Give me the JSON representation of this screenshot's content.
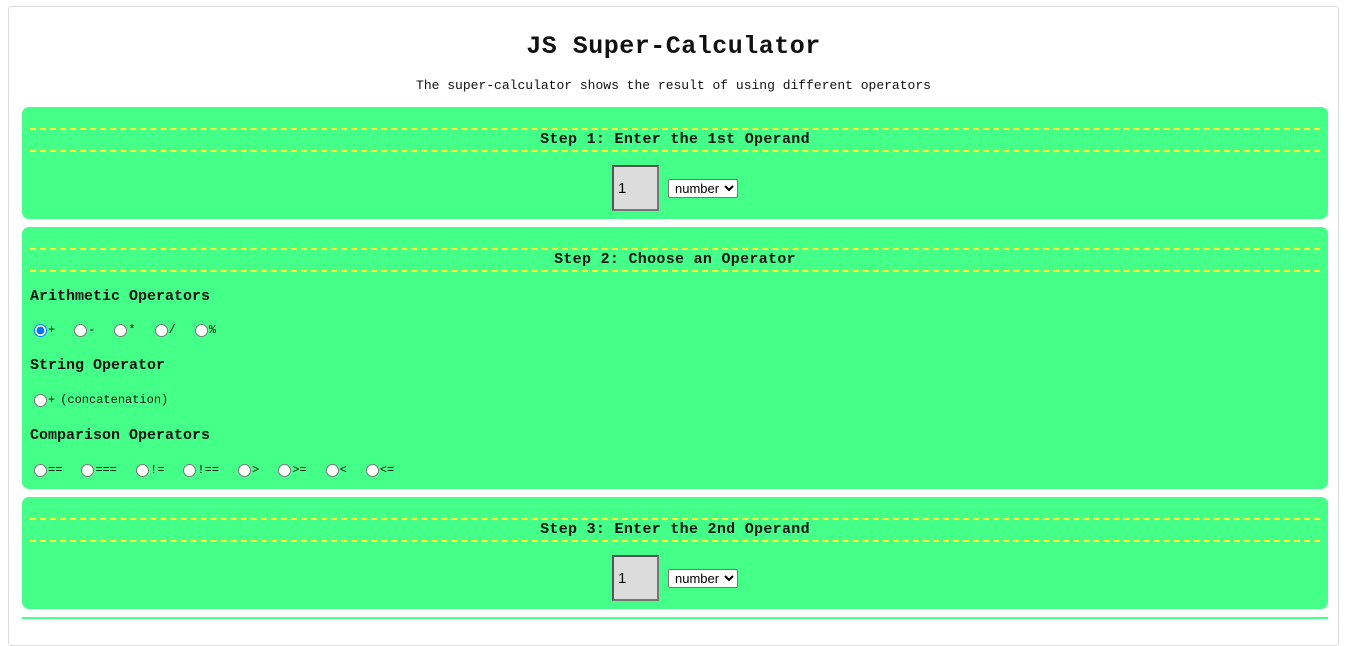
{
  "page": {
    "title": "JS Super-Calculator",
    "subtitle": "The super-calculator shows the result of using different operators"
  },
  "step1": {
    "heading": "Step 1: Enter the 1st Operand",
    "operand_value": "1",
    "type_selected": "number"
  },
  "step2": {
    "heading": "Step 2: Choose an Operator",
    "arithmetic": {
      "label": "Arithmetic Operators",
      "options": [
        "+",
        "-",
        "*",
        "/",
        "%"
      ],
      "selected": "+"
    },
    "string": {
      "label": "String Operator",
      "options": [
        "+"
      ],
      "hint": "(concatenation)"
    },
    "comparison": {
      "label": "Comparison Operators",
      "options": [
        "==",
        "===",
        "!=",
        "!==",
        ">",
        ">=",
        "<",
        "<="
      ]
    }
  },
  "step3": {
    "heading": "Step 3: Enter the 2nd Operand",
    "operand_value": "1",
    "type_selected": "number"
  },
  "colors": {
    "panel_bg": "#44ff88",
    "dash_border": "#ffee33"
  }
}
